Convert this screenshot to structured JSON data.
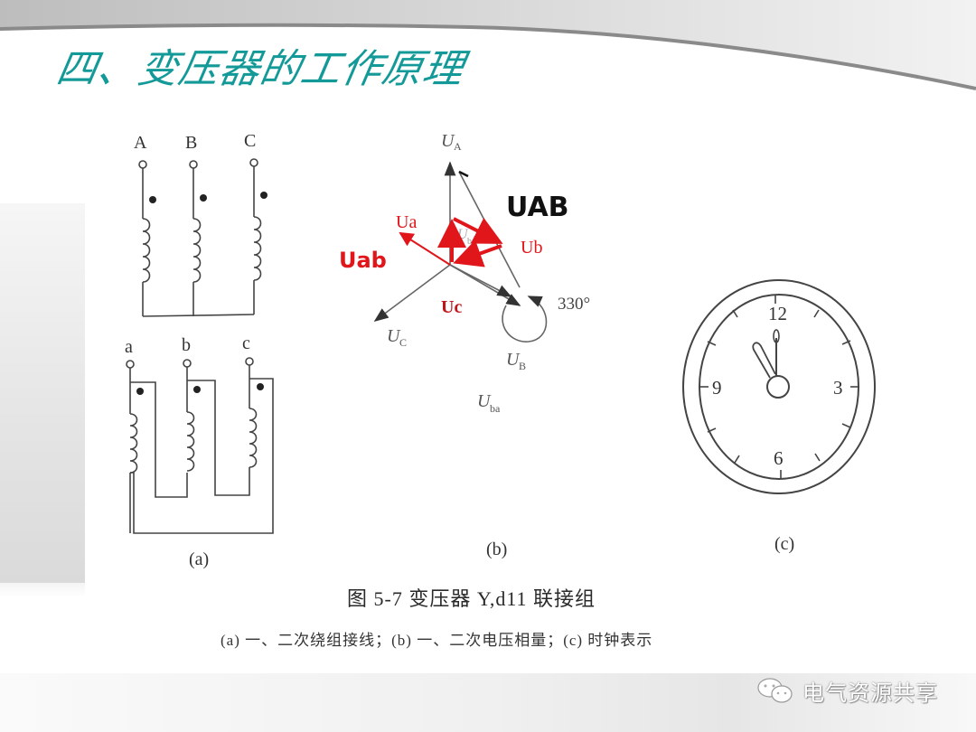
{
  "slide": {
    "title": "四、变压器的工作原理",
    "accent_color": "#139a98"
  },
  "figure": {
    "panel_a": {
      "caption": "(a)",
      "primary_terminals": [
        "A",
        "B",
        "C"
      ],
      "secondary_terminals": [
        "a",
        "b",
        "c"
      ]
    },
    "panel_b": {
      "caption": "(b)",
      "phasor_labels": {
        "UA": "U",
        "UA_sub": "A",
        "UB": "U",
        "UB_sub": "B",
        "UC": "U",
        "UC_sub": "C",
        "Uba": "U",
        "Uba_sub": "ba",
        "angle": "330°"
      },
      "annotations": {
        "UAB": "UAB",
        "Uab": "Uab",
        "Ua": "Ua",
        "Ub": "Ub",
        "Uc": "Uc"
      },
      "annotation_color": "#e0161b"
    },
    "panel_c": {
      "caption": "(c)",
      "clock_numbers": [
        "12",
        "3",
        "6",
        "9"
      ]
    },
    "caption_main": "图 5-7   变压器 Y,d11 联接组",
    "caption_sub": "(a) 一、二次绕组接线；(b) 一、二次电压相量；(c) 时钟表示"
  },
  "watermark": {
    "icon": "wechat-icon",
    "text": "电气资源共享"
  }
}
